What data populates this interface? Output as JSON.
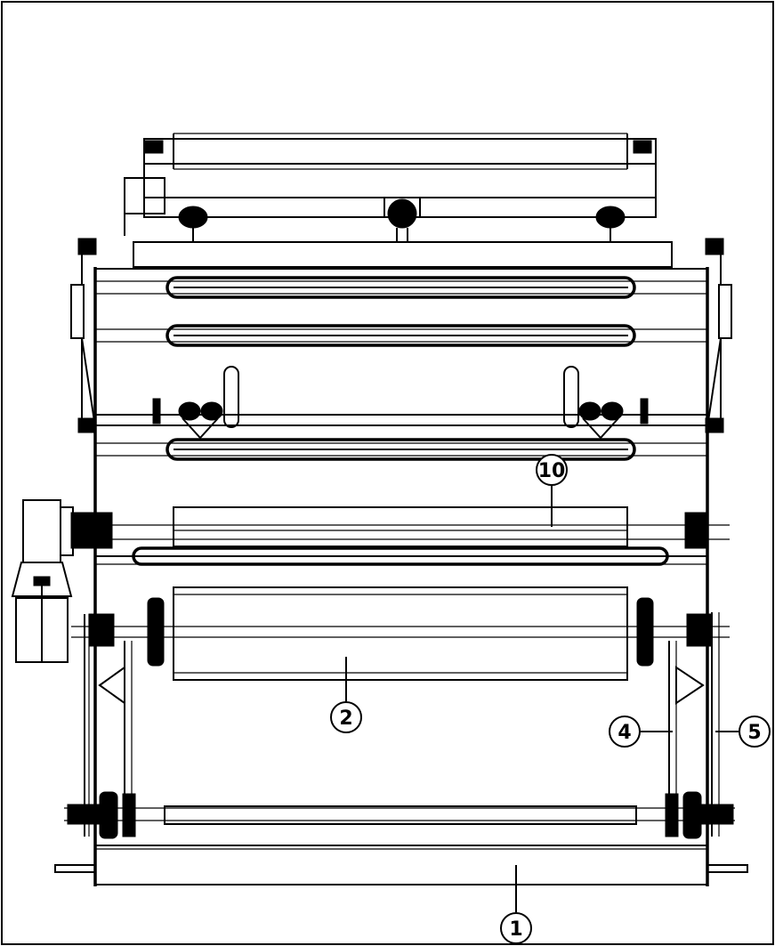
{
  "callouts": {
    "c1": {
      "label": "1"
    },
    "c2": {
      "label": "2"
    },
    "c4": {
      "label": "4"
    },
    "c5": {
      "label": "5"
    },
    "c10": {
      "label": "10"
    }
  }
}
